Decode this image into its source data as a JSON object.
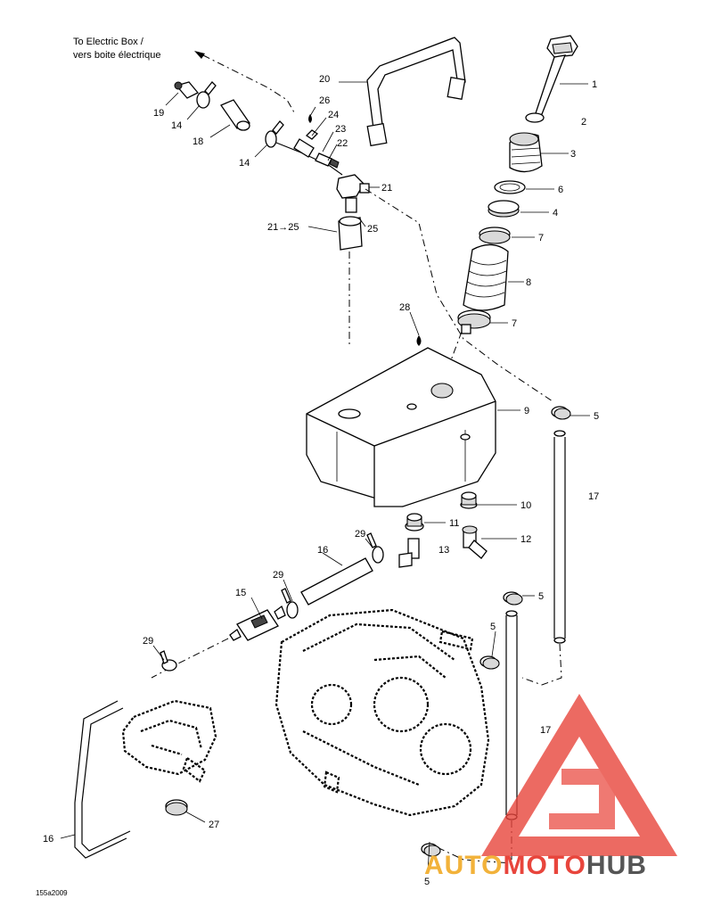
{
  "note": {
    "line1": "To Electric Box /",
    "line2": "vers boite électrique"
  },
  "callouts": {
    "c1": "1",
    "c2": "2",
    "c3": "3",
    "c4": "4",
    "c5a": "5",
    "c5b": "5",
    "c5c": "5",
    "c5d": "5",
    "c6": "6",
    "c7a": "7",
    "c7b": "7",
    "c8": "8",
    "c9": "9",
    "c10": "10",
    "c11": "11",
    "c12": "12",
    "c13": "13",
    "c14a": "14",
    "c14b": "14",
    "c15": "15",
    "c16a": "16",
    "c16b": "16",
    "c17a": "17",
    "c17b": "17",
    "c18": "18",
    "c19": "19",
    "c20": "20",
    "c21": "21",
    "c21to25": "21→25",
    "c22": "22",
    "c23": "23",
    "c24": "24",
    "c25": "25",
    "c26": "26",
    "c27": "27",
    "c28": "28",
    "c29a": "29",
    "c29b": "29",
    "c29c": "29"
  },
  "figure_code": "155a2009",
  "watermark": {
    "part1": "AUTO",
    "part2": "MOTO",
    "part3": "HUB",
    "colors": {
      "auto": "#f2b23a",
      "moto": "#e8453c",
      "hub": "#555555",
      "logo": "#e8453c"
    }
  }
}
